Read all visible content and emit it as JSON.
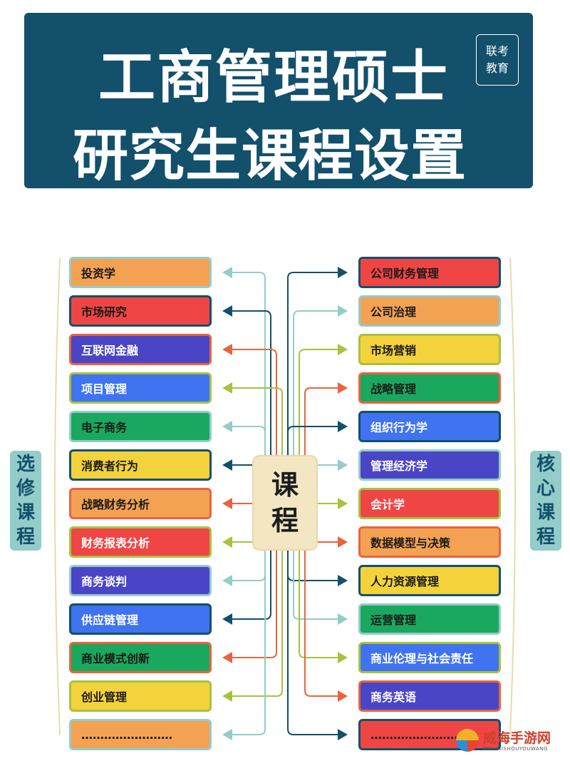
{
  "banner": {
    "title_line1": "工商管理硕士",
    "title_line2": "研究生课程设置",
    "stamp_line1": "联考",
    "stamp_line2": "教育"
  },
  "center_label": [
    "课",
    "程"
  ],
  "side_labels": {
    "left": [
      "选",
      "修",
      "课",
      "程"
    ],
    "right": [
      "核",
      "心",
      "课",
      "程"
    ]
  },
  "left_items": [
    {
      "label": "投资学",
      "color": "#f3a253",
      "border": "#93ccc9",
      "text_color": "#1a1a1a"
    },
    {
      "label": "市场研究",
      "color": "#f04545",
      "border": "#12506b",
      "text_color": "#1a1a1a"
    },
    {
      "label": "互联网金融",
      "color": "#4a45c6",
      "border": "#e8643f",
      "text_color": "#ffffff"
    },
    {
      "label": "项目管理",
      "color": "#3f73f0",
      "border": "#a6c23f",
      "text_color": "#ffffff"
    },
    {
      "label": "电子商务",
      "color": "#1aa85e",
      "border": "#93ccc9",
      "text_color": "#1a1a1a"
    },
    {
      "label": "消费者行为",
      "color": "#f3d23c",
      "border": "#12506b",
      "text_color": "#1a1a1a"
    },
    {
      "label": "战略财务分析",
      "color": "#f3a253",
      "border": "#e8643f",
      "text_color": "#1a1a1a"
    },
    {
      "label": "财务报表分析",
      "color": "#f04545",
      "border": "#a6c23f",
      "text_color": "#ffffff"
    },
    {
      "label": "商务谈判",
      "color": "#4a45c6",
      "border": "#93ccc9",
      "text_color": "#ffffff"
    },
    {
      "label": "供应链管理",
      "color": "#3f73f0",
      "border": "#12506b",
      "text_color": "#ffffff"
    },
    {
      "label": "商业模式创新",
      "color": "#1aa85e",
      "border": "#e8643f",
      "text_color": "#1a1a1a"
    },
    {
      "label": "创业管理",
      "color": "#f3d23c",
      "border": "#a6c23f",
      "text_color": "#1a1a1a"
    },
    {
      "label": "……………………",
      "color": "#f3a253",
      "border": "#93ccc9",
      "text_color": "#1a1a1a"
    }
  ],
  "right_items": [
    {
      "label": "公司财务管理",
      "color": "#f04545",
      "border": "#12506b",
      "text_color": "#1a1a1a"
    },
    {
      "label": "公司治理",
      "color": "#f3a253",
      "border": "#93ccc9",
      "text_color": "#1a1a1a"
    },
    {
      "label": "市场营销",
      "color": "#f3d23c",
      "border": "#a6c23f",
      "text_color": "#1a1a1a"
    },
    {
      "label": "战略管理",
      "color": "#1aa85e",
      "border": "#e8643f",
      "text_color": "#1a1a1a"
    },
    {
      "label": "组织行为学",
      "color": "#3f73f0",
      "border": "#12506b",
      "text_color": "#ffffff"
    },
    {
      "label": "管理经济学",
      "color": "#4a45c6",
      "border": "#93ccc9",
      "text_color": "#ffffff"
    },
    {
      "label": "会计学",
      "color": "#f04545",
      "border": "#a6c23f",
      "text_color": "#ffffff"
    },
    {
      "label": "数据模型与决策",
      "color": "#f3a253",
      "border": "#e8643f",
      "text_color": "#1a1a1a"
    },
    {
      "label": "人力资源管理",
      "color": "#f3d23c",
      "border": "#12506b",
      "text_color": "#1a1a1a"
    },
    {
      "label": "运营管理",
      "color": "#1aa85e",
      "border": "#93ccc9",
      "text_color": "#1a1a1a"
    },
    {
      "label": "商业伦理与社会责任",
      "color": "#3f73f0",
      "border": "#a6c23f",
      "text_color": "#ffffff"
    },
    {
      "label": "商务英语",
      "color": "#4a45c6",
      "border": "#e8643f",
      "text_color": "#ffffff"
    },
    {
      "label": "……………………",
      "color": "#f04545",
      "border": "#12506b",
      "text_color": "#1a1a1a"
    }
  ],
  "watermark": {
    "text": "威海手游网",
    "subtext": "WEIHAISHOUYOUWANG"
  }
}
